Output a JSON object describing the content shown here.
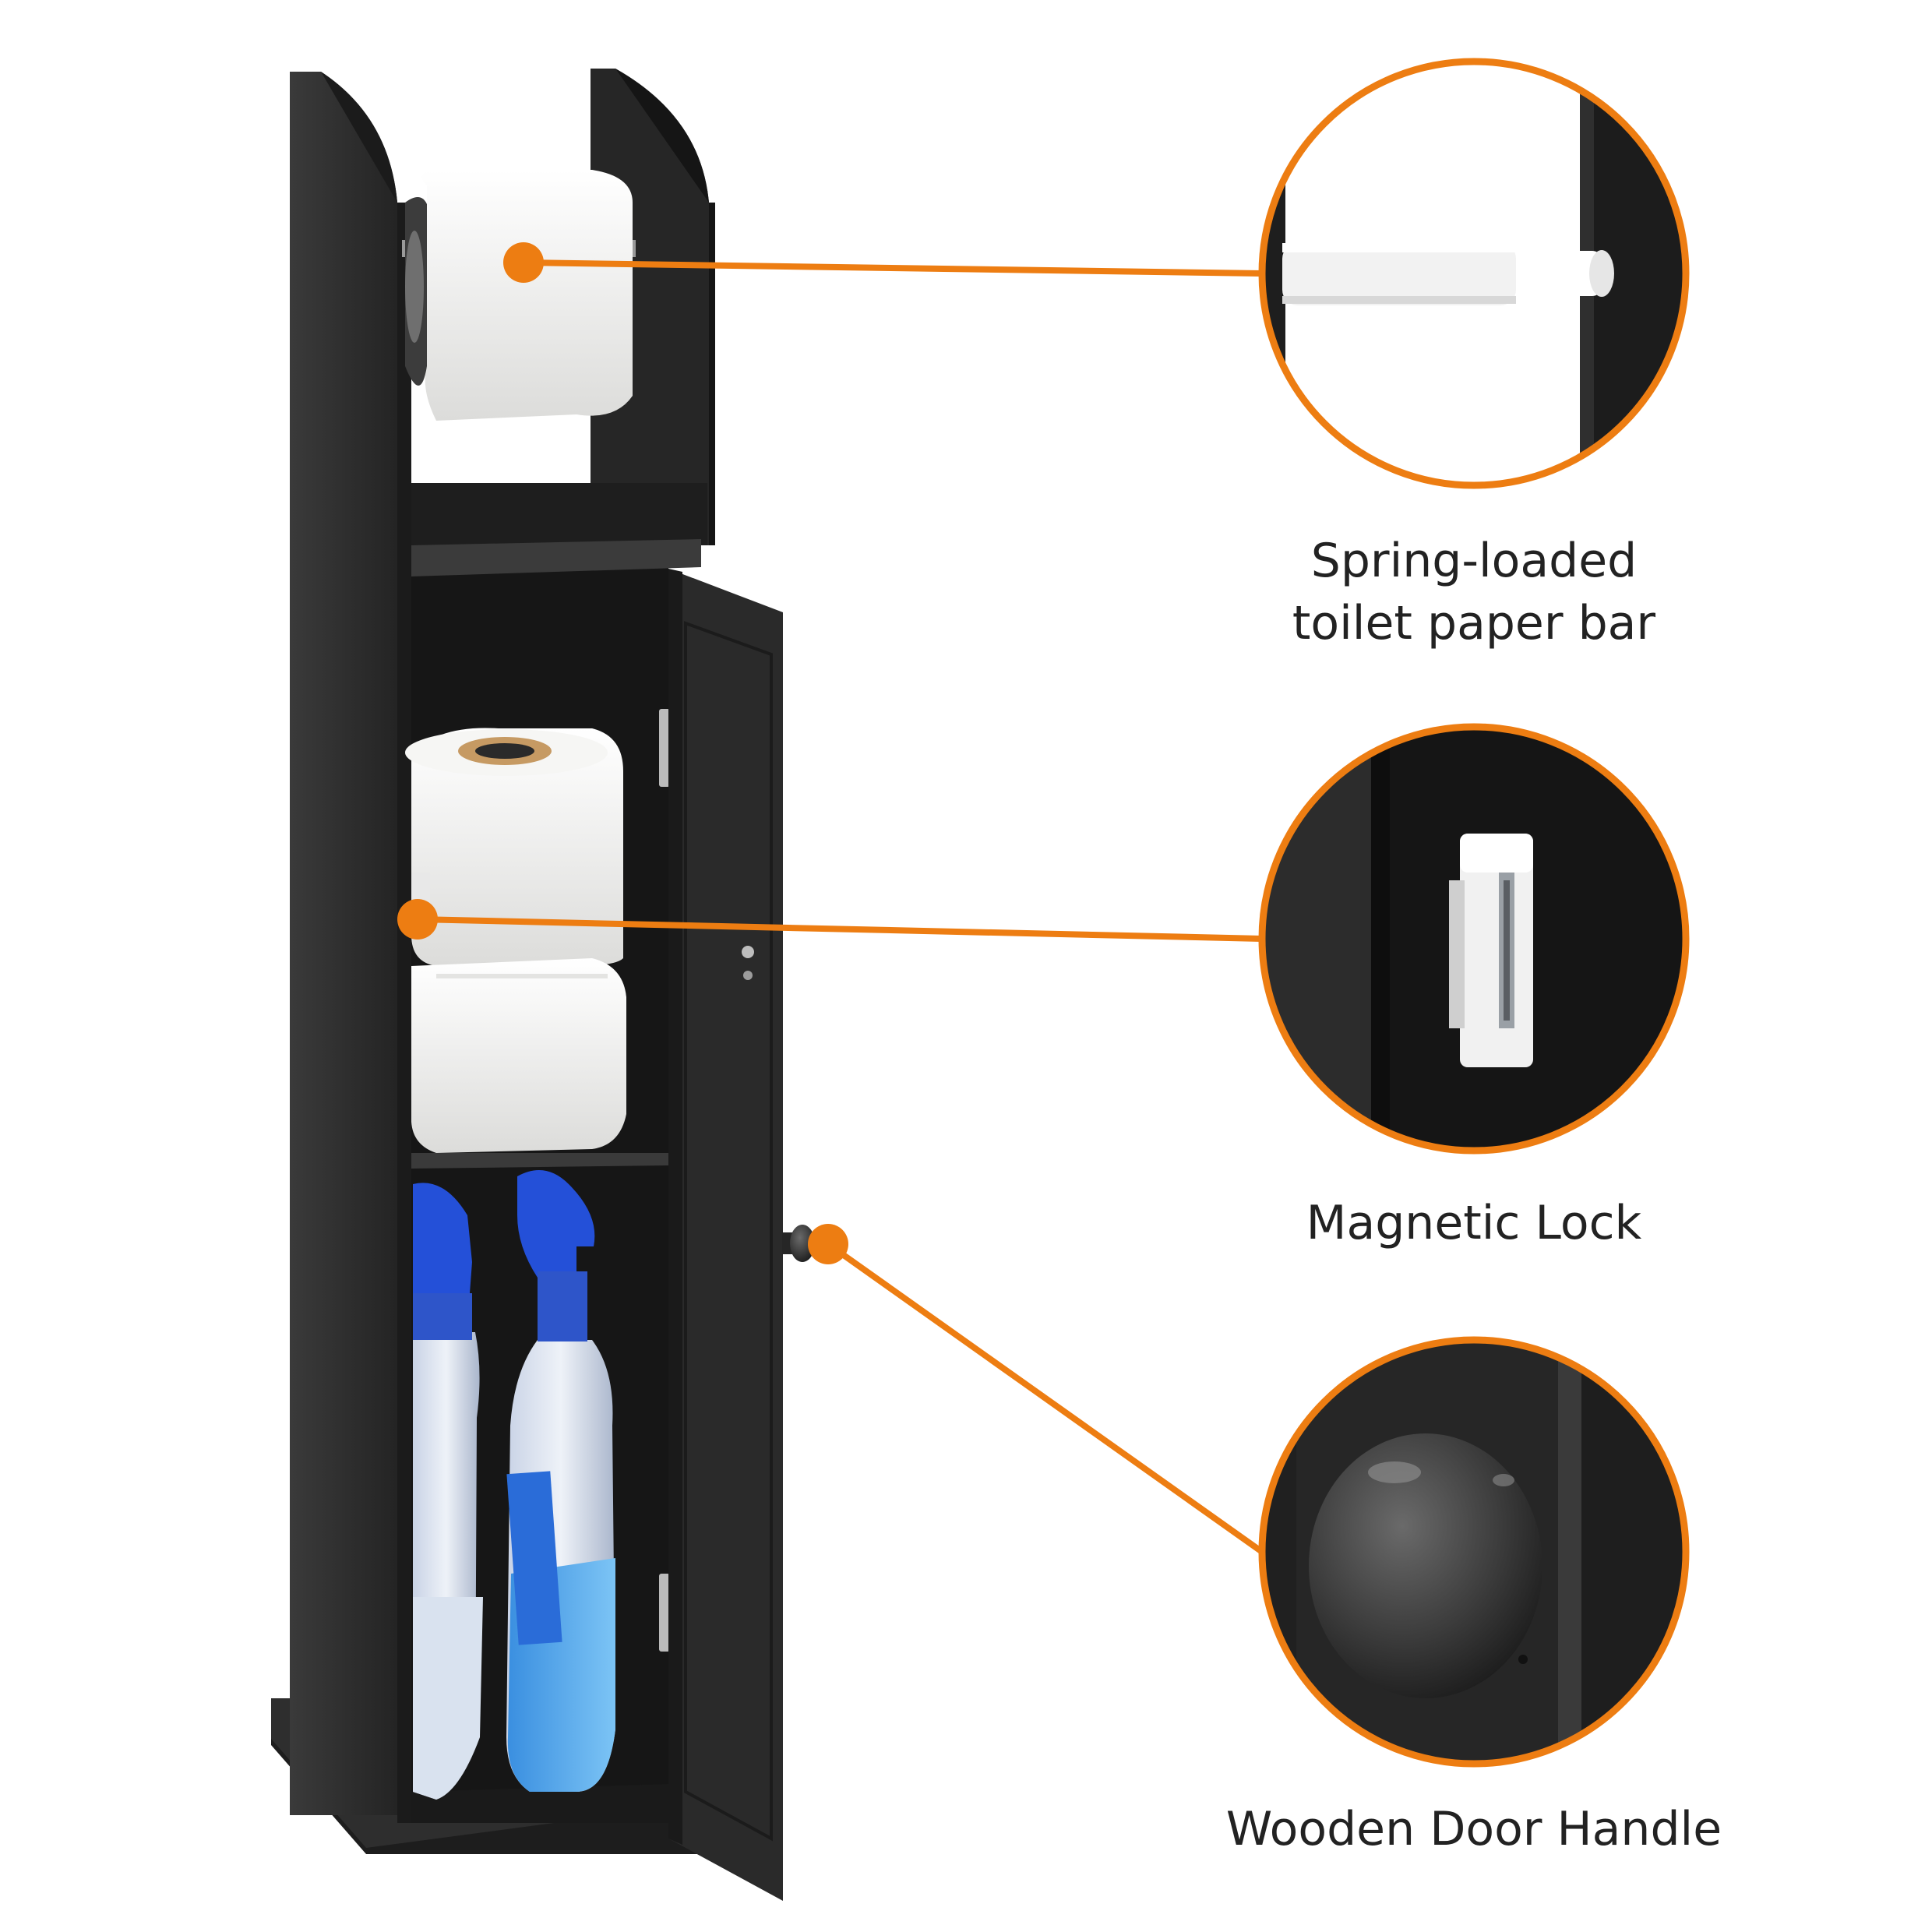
{
  "colors": {
    "accent": "#ED7D12",
    "cabinet": "#2b2b2b",
    "cabinet_dark": "#161616",
    "paper": "#f4f4f2",
    "bottle_blue": "#2450d8",
    "text": "#222222"
  },
  "callouts": [
    {
      "label_lines": [
        "Spring-loaded",
        "toilet paper bar"
      ],
      "detail_icon": "toilet-paper-bar-closeup"
    },
    {
      "label_lines": [
        "Magnetic Lock"
      ],
      "detail_icon": "magnetic-latch-closeup"
    },
    {
      "label_lines": [
        "Wooden Door Handle"
      ],
      "detail_icon": "door-knob-closeup"
    }
  ],
  "product": {
    "icon": "toilet-paper-storage-cabinet",
    "contents": [
      "toilet-paper-roll",
      "spare-toilet-rolls",
      "cleaning-spray-bottles"
    ]
  }
}
